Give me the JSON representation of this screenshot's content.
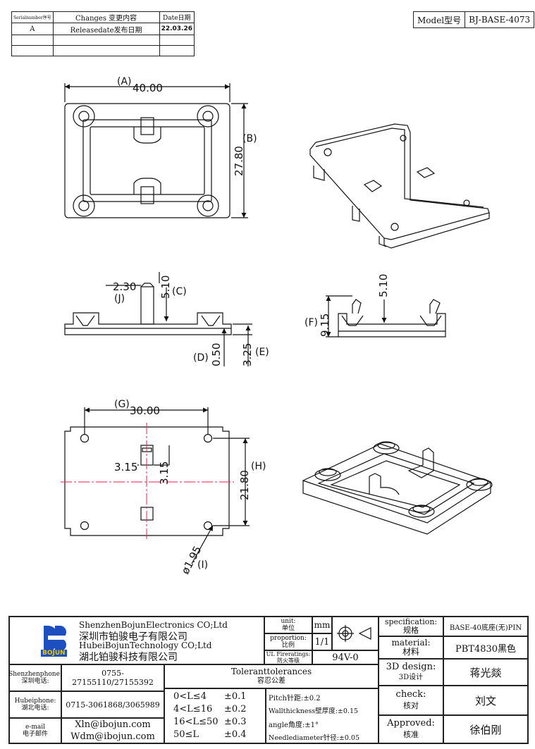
{
  "revision_table": {
    "headers": {
      "serial": "Serialnumber序号",
      "changes": "Changes 变更内容",
      "date": "Date日期"
    },
    "rows": [
      {
        "serial": "A",
        "changes": "Releasedate发布日期",
        "date": "22.03.26"
      },
      {
        "serial": "",
        "changes": "",
        "date": ""
      },
      {
        "serial": "",
        "changes": "",
        "date": ""
      }
    ]
  },
  "model": {
    "label": "Model型号",
    "value": "BJ-BASE-4073"
  },
  "dimensions": {
    "A": {
      "letter": "(A)",
      "value": "40.00"
    },
    "B": {
      "letter": "(B)",
      "value": "27.80"
    },
    "C": {
      "letter": "(C)",
      "value": "5.10"
    },
    "J": {
      "letter": "(J)",
      "value": "2.30"
    },
    "D": {
      "letter": "(D)",
      "value": "0.50"
    },
    "E": {
      "letter": "(E)",
      "value": "3.25"
    },
    "F": {
      "letter": "(F)",
      "value": "9.15"
    },
    "side_pin": {
      "value": "5.10"
    },
    "G": {
      "letter": "(G)",
      "value": "30.00"
    },
    "H": {
      "letter": "(H)",
      "value": "21.80"
    },
    "K1": {
      "value": "3.15"
    },
    "K2": {
      "value": "3.15"
    },
    "I": {
      "letter": "(I)",
      "value": "ø1.95"
    }
  },
  "title_block": {
    "company_en_1": "ShenzhenBojunElectronics CO;Ltd",
    "company_cn_1": "深圳市铂骏电子有限公司",
    "company_en_2": "HubeiBojunTechnology CO;Ltd",
    "company_cn_2": "湖北铂骏科技有限公司",
    "logo_text": "BOJUN",
    "unit_label": "unit:",
    "unit_label_cn": "单位",
    "unit_value": "mm",
    "proportion_label": "proportion:",
    "proportion_label_cn": "比例",
    "proportion_value": "1/1",
    "fire_label": "UL Fireratings:",
    "fire_label_cn": "防火等级",
    "fire_value": "94V-0",
    "spec_label": "specification:",
    "spec_label_cn": "规格",
    "spec_value": "BASE-40底座(无)PIN",
    "material_label": "material:",
    "material_label_cn": "材料",
    "material_value": "PBT4830黑色",
    "design_label": "3D design:",
    "design_label_cn": "3D设计",
    "design_value": "蒋光燚",
    "check_label": "check:",
    "check_label_cn": "核对",
    "check_value": "刘文",
    "approved_label": "Approved:",
    "approved_label_cn": "核准",
    "approved_value": "徐伯刚",
    "sz_phone_label": "Shenzhenphone:",
    "sz_phone_label_cn": "深圳电话:",
    "sz_phone": "0755-27155110/27155392",
    "hb_phone_label": "Hubeiphone:",
    "hb_phone_label_cn": "湖北电话:",
    "hb_phone": "0715-3061868/3065989",
    "email_label": "e-mail",
    "email_label_cn": "电子邮件",
    "email_1": "Xln@ibojun.com",
    "email_2": "Wdm@ibojun.com",
    "tol_title": "Toleranttolerances",
    "tol_title_cn": "容忍公差",
    "tolerances": [
      {
        "range": "0<L≤4",
        "tol": "±0.1"
      },
      {
        "range": "4<L≤16",
        "tol": "±0.2"
      },
      {
        "range": "16<L≤50",
        "tol": "±0.3"
      },
      {
        "range": "50≤L",
        "tol": "±0.4"
      }
    ],
    "pitch": "Pitch针距:±0.2",
    "wall": "Wallthickness壁厚度:±0.15",
    "angle": "angle角度:±1°",
    "needle": "Needlediameter针径:±0.05"
  }
}
